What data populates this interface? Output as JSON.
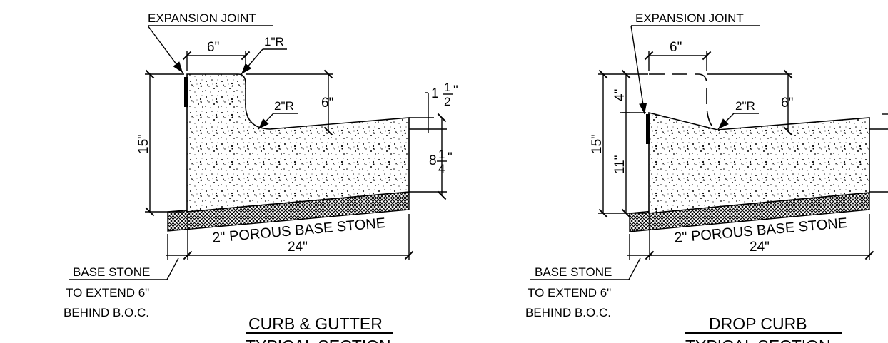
{
  "left": {
    "expansion_joint": "EXPANSION JOINT",
    "dim_6_top": "6\"",
    "radius_1": "1\"R",
    "radius_2": "2\"R",
    "dim_6_right": "6\"",
    "dim_15": "15\"",
    "dim_1": "1",
    "dim_1_half_num": "1",
    "dim_1_half_den": "2",
    "dim_8": "8",
    "dim_8_quarter_num": "1",
    "dim_8_quarter_den": "4",
    "base_stone_label": "2\" POROUS BASE STONE",
    "dim_24": "24\"",
    "note_line1": "BASE STONE",
    "note_line2": "TO EXTEND 6\"",
    "note_line3": "BEHIND B.O.C.",
    "title": "CURB & GUTTER",
    "subtitle": "TYPICAL SECTION"
  },
  "right": {
    "expansion_joint": "EXPANSION JOINT",
    "dim_6_top": "6\"",
    "dim_4": "4\"",
    "radius_2": "2\"R",
    "dim_6_right": "6\"",
    "dim_15": "15\"",
    "dim_11": "11\"",
    "base_stone_label": "2\" POROUS BASE STONE",
    "dim_24": "24\"",
    "note_line1": "BASE STONE",
    "note_line2": "TO EXTEND 6\"",
    "note_line3": "BEHIND B.O.C.",
    "title": "DROP CURB",
    "subtitle": "TYPICAL SECTION"
  },
  "colors": {
    "ink": "#000000",
    "paper": "#ffffff"
  }
}
